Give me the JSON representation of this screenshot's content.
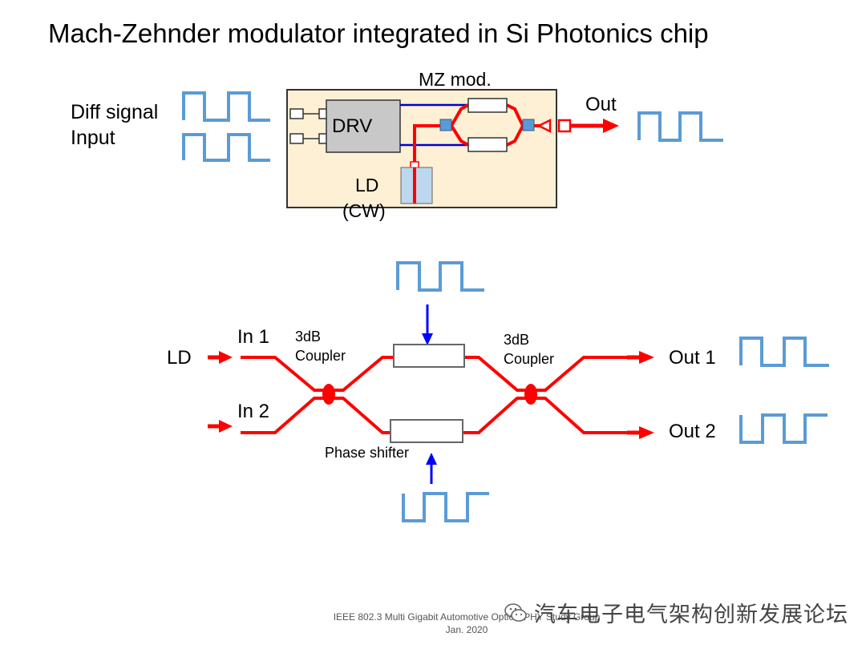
{
  "title": "Mach-Zehnder modulator integrated in Si Photonics chip",
  "top_diagram": {
    "input_label_1": "Diff signal",
    "input_label_2": "Input",
    "mz_label": "MZ mod.",
    "drv_label": "DRV",
    "ld_label": "LD",
    "cw_label": "(CW)",
    "out_label": "Out"
  },
  "bottom_diagram": {
    "ld_label": "LD",
    "in1_label": "In 1",
    "in2_label": "In 2",
    "coupler_left_1": "3dB",
    "coupler_left_2": "Coupler",
    "coupler_right_1": "3dB",
    "coupler_right_2": "Coupler",
    "phase_shifter_label": "Phase shifter",
    "out1_label": "Out 1",
    "out2_label": "Out 2"
  },
  "footer": {
    "line1": "IEEE 802.3 Multi Gigabit Automotive Optical PHY Study Group",
    "line2": "Jan. 2020"
  },
  "watermark": "汽车电子电气架构创新发展论坛",
  "colors": {
    "waveform": "#5b9bd5",
    "optical_path": "#ff0000",
    "electrical_path": "#0000cc",
    "chip_fill": "#fdf0d5"
  }
}
